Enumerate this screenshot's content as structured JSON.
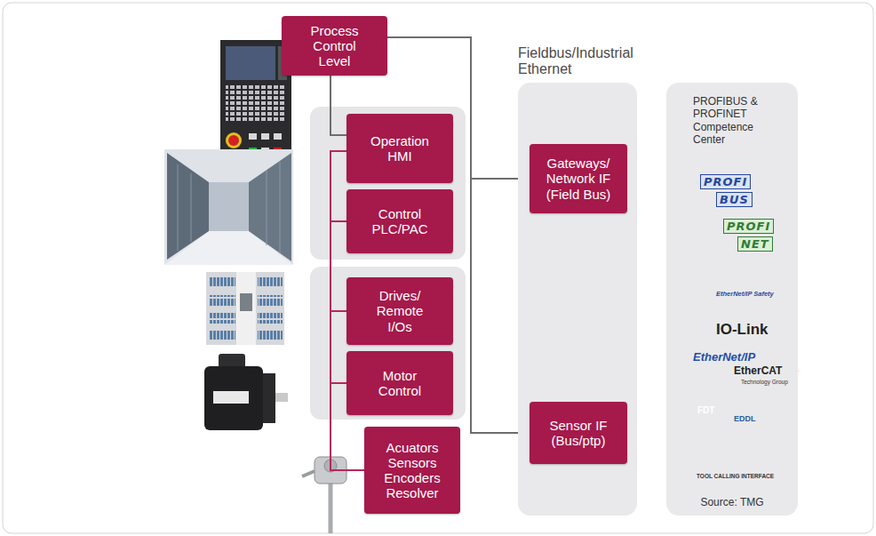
{
  "diagram": {
    "nodes": [
      {
        "text": [
          "Process Control Level"
        ]
      },
      {
        "text": [
          "Operation HMI"
        ]
      },
      {
        "text": [
          "Control PLC/PAC"
        ]
      },
      {
        "text": [
          "Drives/ Remote I/Os"
        ]
      },
      {
        "text": [
          "Motor Control"
        ]
      },
      {
        "text": [
          "Acuators Sensors Encoders Resolver"
        ]
      },
      {
        "text": [
          "Fieldbus/Industrial Ethernet"
        ]
      },
      {
        "text": [
          "Gateways/ Network IF (Field Bus)"
        ],
        "in": 6
      },
      {
        "text": [
          "Sensor IF (Bus/ptp)"
        ],
        "in": 6
      },
      {
        "text": [
          "PROFIBUS & PROFINET Competence Center",
          "Source: TMG"
        ]
      }
    ],
    "edges": [
      {
        "from": 0,
        "to": 7,
        "arrow": "none"
      },
      {
        "from": 0,
        "to": 8,
        "arrow": "none"
      },
      {
        "from": 0,
        "to": 1,
        "arrow": "none"
      },
      {
        "from": 1,
        "to": 2,
        "arrow": "none"
      },
      {
        "from": 1,
        "to": 3,
        "arrow": "none"
      },
      {
        "from": 1,
        "to": 4,
        "arrow": "none"
      },
      {
        "from": 1,
        "to": 5,
        "arrow": "none"
      }
    ],
    "labels": [
      "PROFI",
      "BUS",
      "PROFI",
      "NET",
      "EtherNet/IP Safety",
      "IO-Link",
      "EtherNet/IP",
      "EtherCAT",
      "Technology Group",
      "FDT",
      "EDDL",
      "TOOL CALLING INTERFACE"
    ]
  }
}
